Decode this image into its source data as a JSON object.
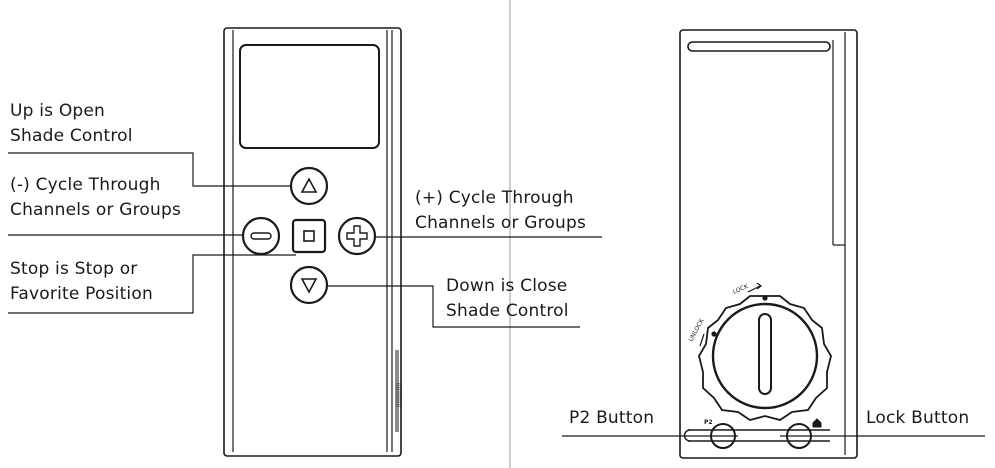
{
  "labels": {
    "up": {
      "line1": "Up is Open",
      "line2": "Shade Control"
    },
    "minus": {
      "line1": "(-) Cycle Through",
      "line2": "Channels or Groups"
    },
    "stop": {
      "line1": "Stop is Stop or",
      "line2": "Favorite Position"
    },
    "plus": {
      "line1": "(+) Cycle Through",
      "line2": "Channels or Groups"
    },
    "down": {
      "line1": "Down is Close",
      "line2": "Shade Control"
    },
    "p2": "P2 Button",
    "lock": "Lock Button"
  },
  "remote_back": {
    "dial_lock_text": "LOCK",
    "dial_unlock_text": "UNLOCK",
    "p2_marker": "P2"
  },
  "colors": {
    "line": "#1a1a1a",
    "divider": "#9a9a9a",
    "background": "#ffffff"
  }
}
